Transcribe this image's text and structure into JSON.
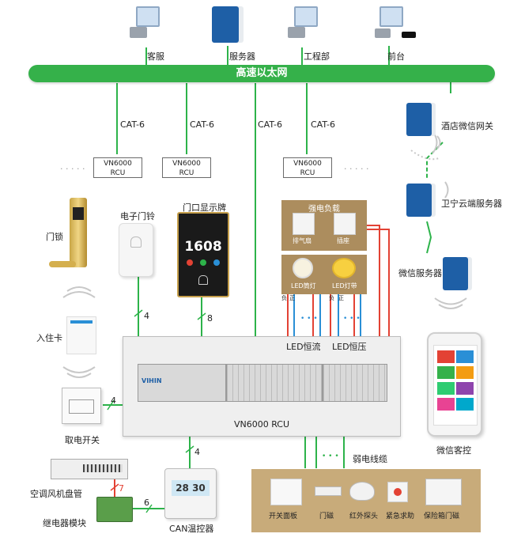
{
  "colors": {
    "bus_green": "#35b14a",
    "line_green": "#2db34a",
    "brown_panel": "#ac8d5e",
    "tan_panel": "#c8ab7a",
    "red_line": "#e34234",
    "blue_line": "#2a8fd6",
    "rcu_box_border": "#6a6a6a"
  },
  "top_devices": [
    {
      "label": "客服",
      "icon": "pc-printer-icon"
    },
    {
      "label": "服务器",
      "icon": "server-icon"
    },
    {
      "label": "工程部",
      "icon": "pc-printer-icon"
    },
    {
      "label": "前台",
      "icon": "pc-printer-router-icon"
    }
  ],
  "bus": {
    "label": "高速以太网"
  },
  "cables": [
    {
      "label": "CAT-6"
    },
    {
      "label": "CAT-6"
    },
    {
      "label": "CAT-6"
    },
    {
      "label": "CAT-6"
    }
  ],
  "rcu_boxes": [
    {
      "line1": "VN6000",
      "line2": "RCU"
    },
    {
      "line1": "VN6000",
      "line2": "RCU"
    },
    {
      "line1": "VN6000",
      "line2": "RCU"
    }
  ],
  "ellipsis": [
    "· · · · ·",
    "· · · · ·"
  ],
  "right_servers": [
    {
      "label": "酒店微信网关"
    },
    {
      "label": "卫宁云端服务器"
    },
    {
      "label": "微信服务器"
    }
  ],
  "left_devices": {
    "door_lock": "门锁",
    "doorbell": "电子门铃",
    "door_sign": "门口显示牌",
    "door_sign_number": "1608",
    "checkin_card": "入住卡",
    "power_switch": "取电开关",
    "fan_coil": "空调风机盘管",
    "relay_module": "继电器模块",
    "can_thermostat": "CAN温控器",
    "thermostat_display": "28 30"
  },
  "power_load": {
    "title": "强电负载",
    "items": [
      {
        "label": "排气扇"
      },
      {
        "label": "插座"
      }
    ]
  },
  "led_loads": [
    {
      "label": "LED筒灯"
    },
    {
      "label": "LED灯带"
    }
  ],
  "polarity": [
    "负",
    "正",
    "负",
    "正"
  ],
  "led_labels": {
    "constant_current": "LED恒流",
    "constant_voltage": "LED恒压"
  },
  "wire_counts": {
    "doorbell": "4",
    "door_sign": "8",
    "power_switch": "4",
    "thermostat": "4",
    "relay": "7",
    "can": "6"
  },
  "main_unit": {
    "label": "VN6000 RCU",
    "module_brand": "VIHIN"
  },
  "weak_current": {
    "label": "弱电线缆",
    "items": [
      {
        "label": "开关面板"
      },
      {
        "label": "门磁"
      },
      {
        "label": "红外探头"
      },
      {
        "label": "紧急求助"
      },
      {
        "label": "保险箱门磁"
      }
    ]
  },
  "wechat_control": {
    "label": "微信客控"
  }
}
